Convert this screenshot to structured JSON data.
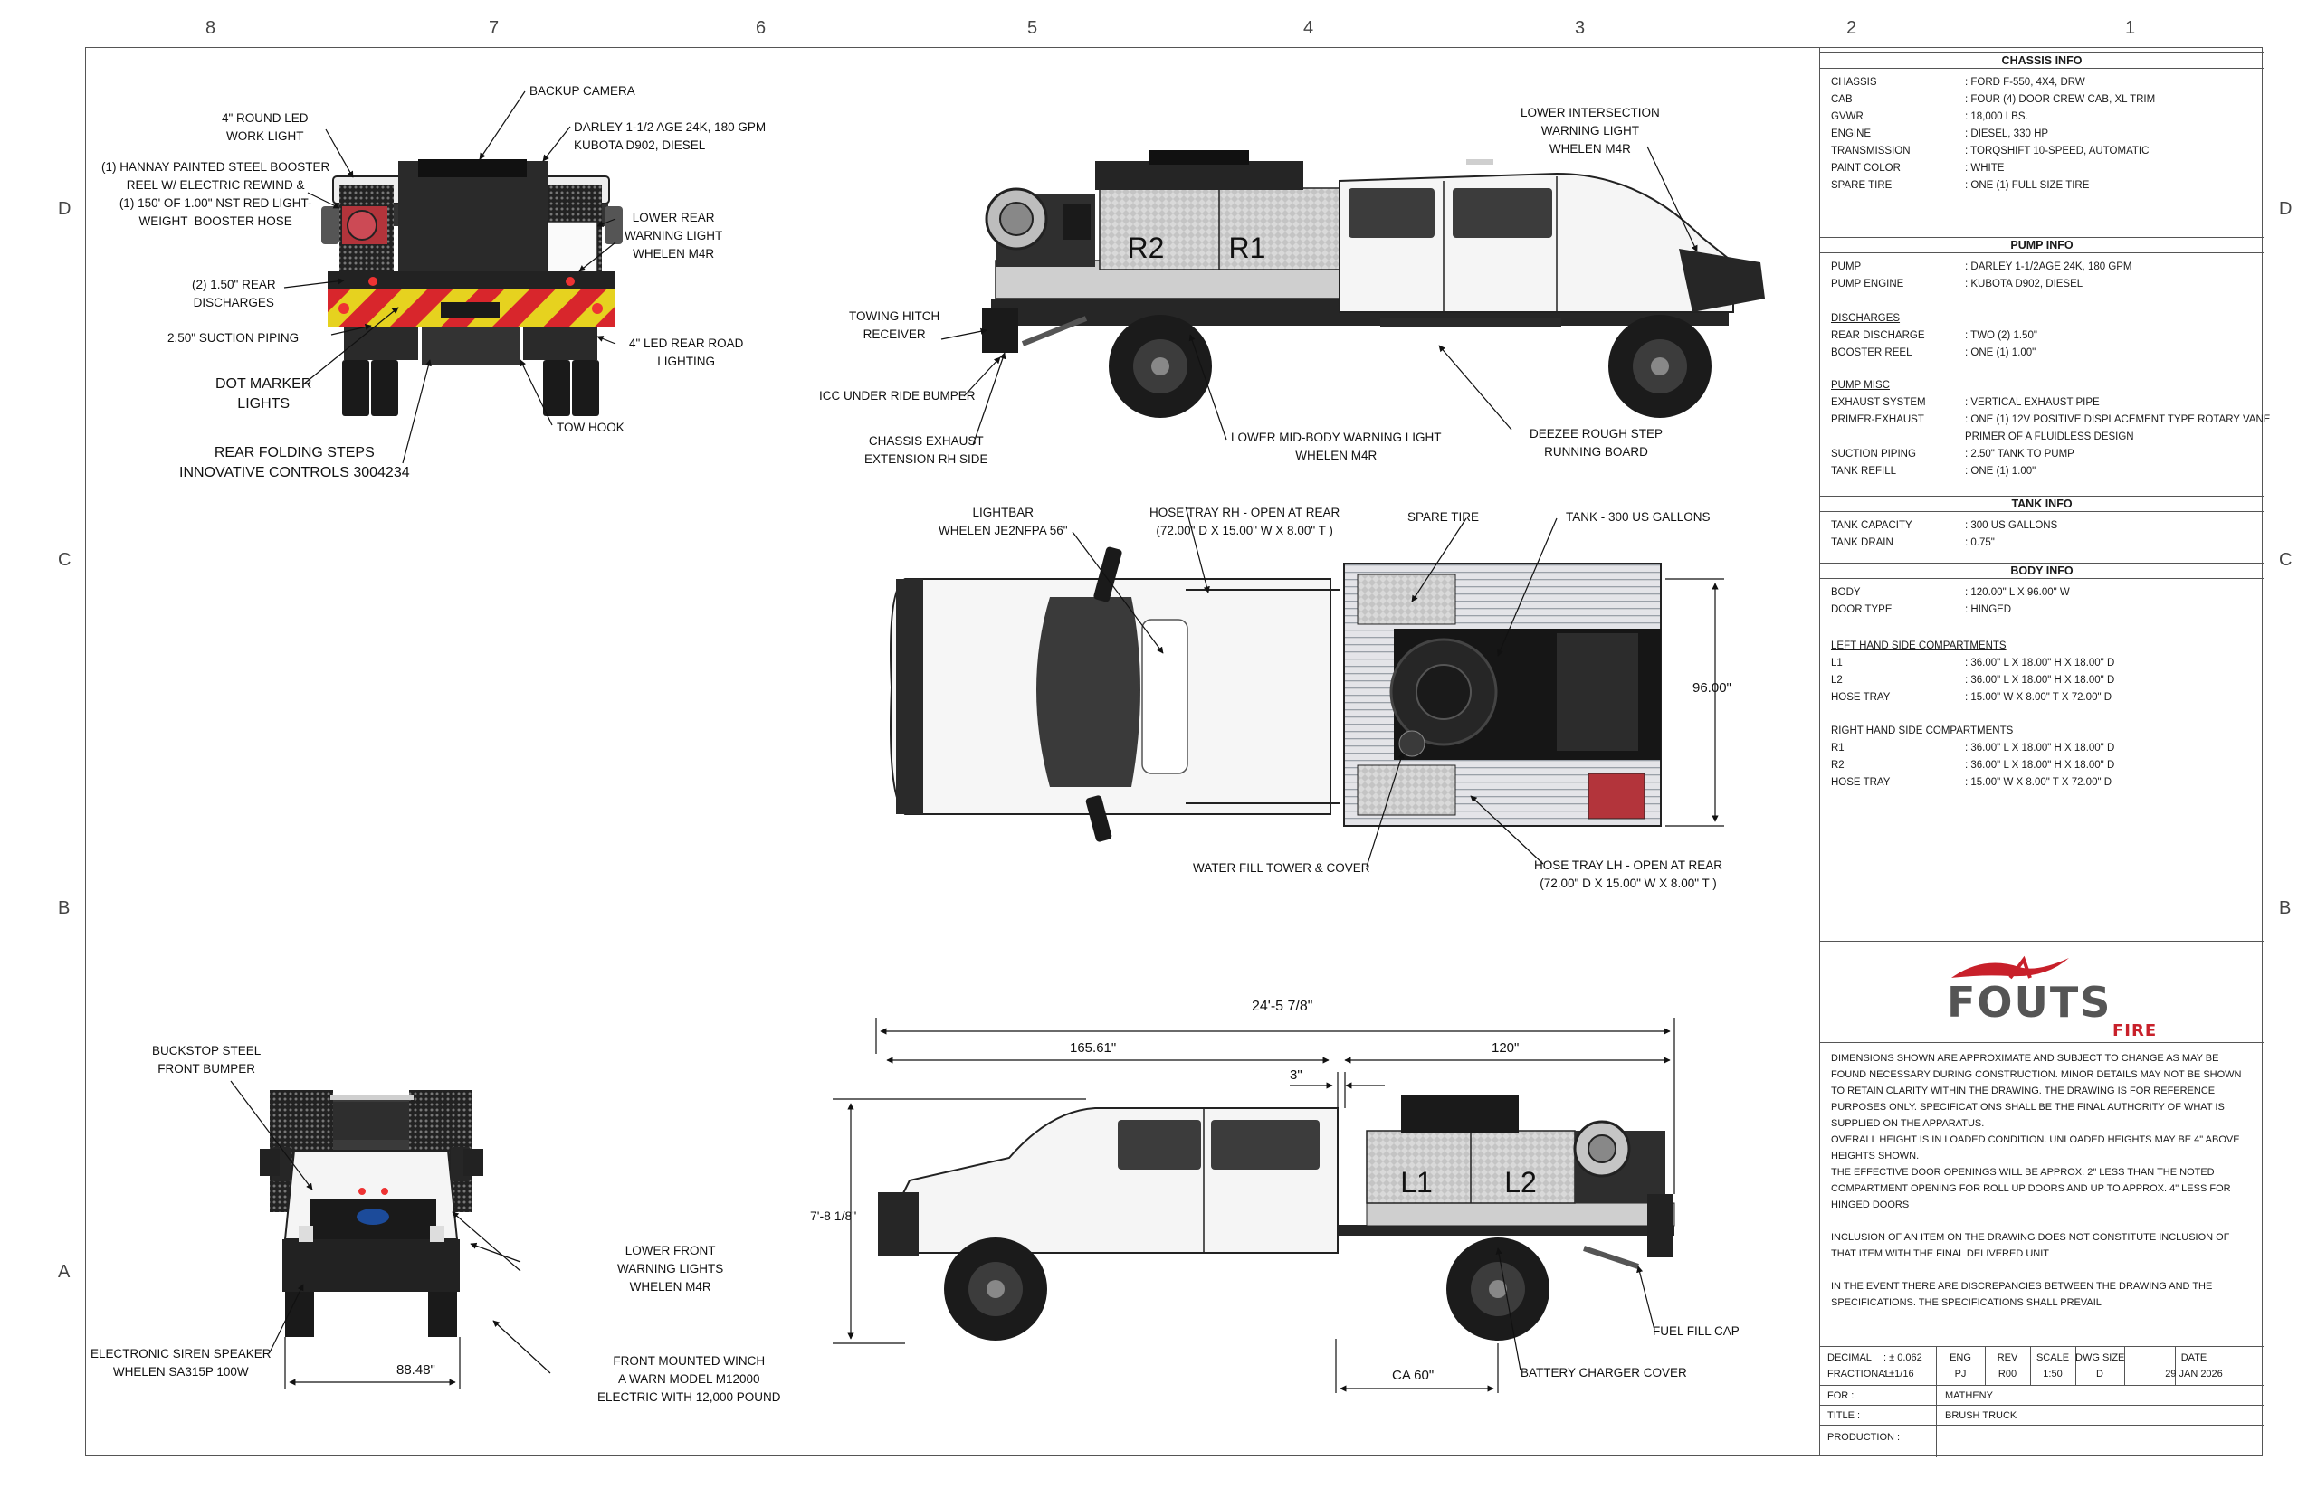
{
  "zones": {
    "top": [
      "8",
      "7",
      "6",
      "5",
      "4",
      "3",
      "2",
      "1"
    ],
    "left": [
      "D",
      "C",
      "B",
      "A"
    ],
    "right": [
      "D",
      "C",
      "B"
    ]
  },
  "rear_view_labels": {
    "backup_camera": "BACKUP CAMERA",
    "work_light": "4\" ROUND LED\nWORK LIGHT",
    "pump": "DARLEY 1-1/2 AGE 24K, 180 GPM\nKUBOTA D902, DIESEL",
    "booster_reel": "(1) HANNAY PAINTED STEEL BOOSTER\nREEL W/ ELECTRIC REWIND &\n(1) 150' OF 1.00\" NST RED LIGHT-\nWEIGHT  BOOSTER HOSE",
    "lower_rear_warning": "LOWER REAR\nWARNING LIGHT\nWHELEN M4R",
    "rear_discharges": "(2) 1.50\" REAR\nDISCHARGES",
    "suction_piping": "2.50\" SUCTION PIPING",
    "road_lighting": "4\" LED REAR ROAD\nLIGHTING",
    "dot_marker": "DOT MARKER\nLIGHTS",
    "tow_hook": "TOW HOOK",
    "folding_steps": "REAR FOLDING STEPS\nINNOVATIVE CONTROLS 3004234"
  },
  "rh_side_labels": {
    "lower_intersection": "LOWER INTERSECTION\nWARNING LIGHT\nWHELEN M4R",
    "towing_hitch": "TOWING HITCH\nRECEIVER",
    "icc_bumper": "ICC UNDER RIDE BUMPER",
    "chassis_exhaust": "CHASSIS EXHAUST\nEXTENSION RH SIDE",
    "mid_body_warning": "LOWER MID-BODY WARNING LIGHT\nWHELEN M4R",
    "running_board": "DEEZEE ROUGH STEP\nRUNNING BOARD",
    "compartment_r2": "R2",
    "compartment_r1": "R1"
  },
  "top_view_labels": {
    "lightbar": "LIGHTBAR\nWHELEN JE2NFPA 56\"",
    "hose_tray_rh": "HOSE TRAY RH - OPEN AT REAR\n(72.00\" D X 15.00\" W X 8.00\" T )",
    "spare_tire": "SPARE TIRE",
    "tank": "TANK - 300 US GALLONS",
    "width_dim": "96.00\"",
    "water_fill": "WATER FILL TOWER & COVER",
    "hose_tray_lh": "HOSE TRAY LH - OPEN AT REAR\n(72.00\" D X 15.00\" W X 8.00\" T )"
  },
  "front_view_labels": {
    "front_bumper": "BUCKSTOP STEEL\nFRONT BUMPER",
    "lower_front_warning": "LOWER FRONT\nWARNING LIGHTS\nWHELEN M4R",
    "siren_speaker": "ELECTRONIC SIREN SPEAKER\nWHELEN SA315P 100W",
    "winch": "FRONT MOUNTED WINCH\nA WARN MODEL M12000\nELECTRIC WITH 12,000 POUND",
    "track_dim": "88.48\""
  },
  "lh_side_labels": {
    "overall_length": "24'-5 7/8\"",
    "cab_length": "165.61\"",
    "body_length": "120\"",
    "gap": "3\"",
    "height": "7'-8 1/8\"",
    "ca": "CA 60\"",
    "fuel_fill": "FUEL FILL CAP",
    "battery_charger": "BATTERY CHARGER COVER",
    "compartment_l1": "L1",
    "compartment_l2": "L2"
  },
  "chassis_info": {
    "title": "CHASSIS INFO",
    "rows": [
      {
        "k": "CHASSIS",
        "v": ": FORD F-550, 4X4, DRW"
      },
      {
        "k": "CAB",
        "v": ": FOUR (4) DOOR CREW CAB, XL TRIM"
      },
      {
        "k": "GVWR",
        "v": ": 18,000 LBS."
      },
      {
        "k": "ENGINE",
        "v": ": DIESEL, 330 HP"
      },
      {
        "k": "TRANSMISSION",
        "v": ": TORQSHIFT 10-SPEED, AUTOMATIC"
      },
      {
        "k": "PAINT COLOR",
        "v": ": WHITE"
      },
      {
        "k": "SPARE TIRE",
        "v": ": ONE (1) FULL SIZE TIRE"
      }
    ]
  },
  "pump_info": {
    "title": "PUMP INFO",
    "rows": [
      {
        "k": "PUMP",
        "v": ": DARLEY 1-1/2AGE 24K, 180 GPM"
      },
      {
        "k": "PUMP ENGINE",
        "v": ": KUBOTA D902, DIESEL"
      }
    ],
    "discharges_title": "DISCHARGES",
    "discharges": [
      {
        "k": "REAR  DISCHARGE",
        "v": ": TWO (2) 1.50\""
      },
      {
        "k": "BOOSTER REEL",
        "v": ": ONE (1) 1.00\""
      }
    ],
    "misc_title": "PUMP  MISC",
    "misc": [
      {
        "k": "EXHAUST SYSTEM",
        "v": ": VERTICAL EXHAUST PIPE"
      },
      {
        "k": "PRIMER-EXHAUST",
        "v": ": ONE (1) 12V POSITIVE DISPLACEMENT TYPE ROTARY VANE"
      },
      {
        "k": "",
        "v": "  PRIMER OF A FLUIDLESS DESIGN"
      },
      {
        "k": "SUCTION PIPING",
        "v": ": 2.50\" TANK TO PUMP"
      },
      {
        "k": "TANK REFILL",
        "v": ": ONE (1) 1.00\""
      }
    ]
  },
  "tank_info": {
    "title": "TANK INFO",
    "rows": [
      {
        "k": "TANK CAPACITY",
        "v": ": 300 US GALLONS"
      },
      {
        "k": "TANK DRAIN",
        "v": ":  0.75\""
      }
    ]
  },
  "body_info": {
    "title": "BODY INFO",
    "rows": [
      {
        "k": "BODY",
        "v": ": 120.00\" L X 96.00\" W"
      },
      {
        "k": "DOOR TYPE",
        "v": ": HINGED"
      }
    ],
    "lh_title": "LEFT HAND SIDE COMPARTMENTS",
    "lh": [
      {
        "k": "L1",
        "v": ": 36.00\" L X 18.00\" H X 18.00\" D"
      },
      {
        "k": "L2",
        "v": ": 36.00\" L X 18.00\" H X 18.00\" D"
      },
      {
        "k": "HOSE TRAY",
        "v": ": 15.00\" W X 8.00\" T X 72.00\" D"
      }
    ],
    "rh_title": "RIGHT HAND SIDE COMPARTMENTS",
    "rh": [
      {
        "k": "R1",
        "v": ": 36.00\" L X 18.00\" H X 18.00\" D"
      },
      {
        "k": "R2",
        "v": ": 36.00\" L X 18.00\" H X 18.00\" D"
      },
      {
        "k": "HOSE TRAY",
        "v": ": 15.00\" W X 8.00\" T X 72.00\" D"
      }
    ]
  },
  "logo": {
    "name": "FOUTS",
    "sub": "FIRE",
    "accent": "#c8202a"
  },
  "notes": [
    "DIMENSIONS SHOWN ARE APPROXIMATE AND SUBJECT TO CHANGE AS MAY BE FOUND NECESSARY DURING CONSTRUCTION. MINOR DETAILS MAY NOT BE SHOWN TO RETAIN CLARITY WITHIN THE DRAWING. THE DRAWING IS FOR REFERENCE PURPOSES ONLY. SPECIFICATIONS SHALL BE THE FINAL AUTHORITY OF WHAT IS SUPPLIED ON THE APPARATUS.\nOVERALL HEIGHT IS IN LOADED CONDITION. UNLOADED HEIGHTS MAY BE 4\" ABOVE HEIGHTS SHOWN.\nTHE EFFECTIVE DOOR OPENINGS WILL BE APPROX. 2\" LESS THAN THE NOTED COMPARTMENT OPENING FOR ROLL UP DOORS AND UP TO APPROX.  4\" LESS FOR HINGED DOORS",
    "INCLUSION OF AN ITEM ON THE DRAWING DOES NOT CONSTITUTE INCLUSION OF THAT ITEM WITH THE FINAL DELIVERED UNIT",
    "IN THE EVENT THERE ARE DISCREPANCIES BETWEEN THE DRAWING AND THE SPECIFICATIONS. THE SPECIFICATIONS SHALL PREVAIL"
  ],
  "title_block": {
    "decimal_label": "DECIMAL",
    "decimal_val": ": ± 0.062",
    "fractional_label": "FRACTIONAL",
    "fractional_val": ": ±1/16",
    "eng_h": "ENG",
    "eng_v": "PJ",
    "rev_h": "REV",
    "rev_v": "R00",
    "scale_h": "SCALE",
    "scale_v": "1:50",
    "dwg_h": "DWG SIZE",
    "dwg_v": "D",
    "date_h": "DATE",
    "date_v": "29 JAN 2026",
    "for_label": "FOR :",
    "for_val": "MATHENY",
    "title_label": "TITLE :",
    "title_val": "BRUSH TRUCK",
    "production_label": "PRODUCTION :"
  },
  "colors": {
    "chevron_red": "#d8262c",
    "chevron_yellow": "#e6d21f",
    "truck_body": "#f4f4f4",
    "dark": "#1c1c1c"
  }
}
